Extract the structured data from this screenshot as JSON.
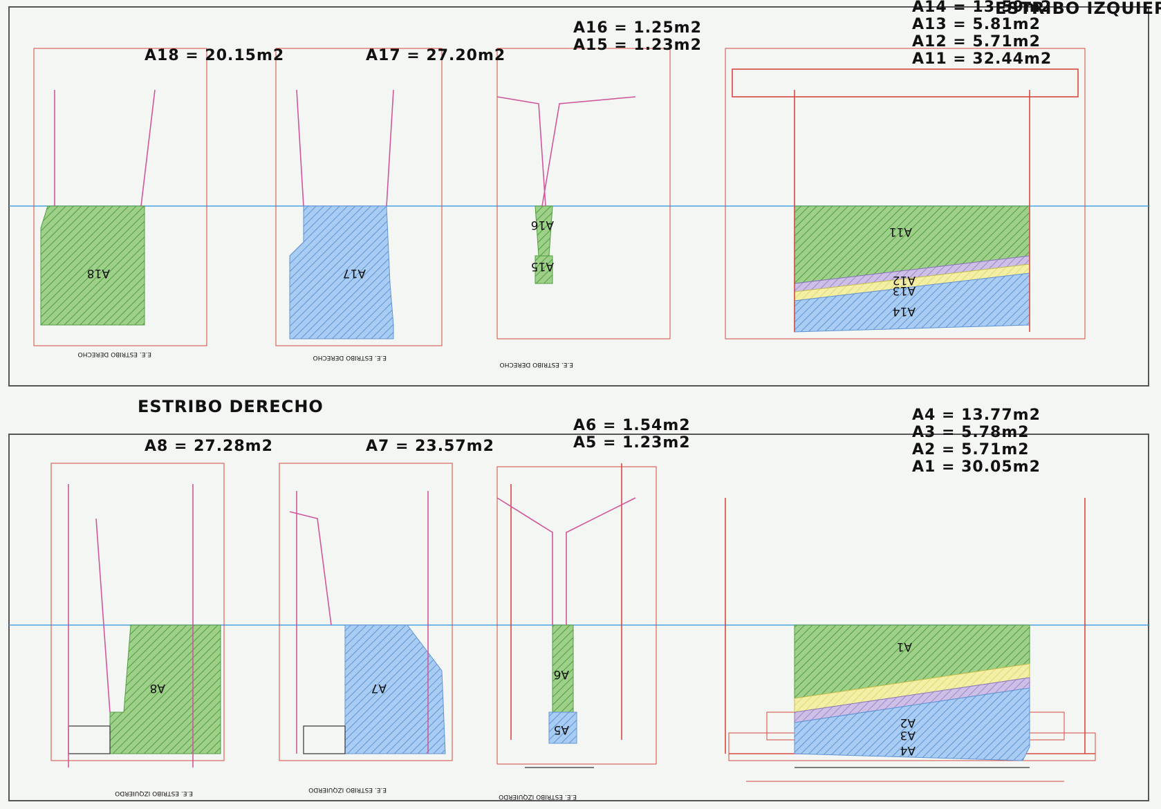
{
  "headings": {
    "right": "ESTRIBO DERECHO",
    "left": "ESTRIBO IZQUIERDO"
  },
  "right_abutment": {
    "sections": [
      {
        "areas": [
          "A18 = 20.15m2"
        ],
        "hatch": [
          "A18"
        ],
        "footer": "E.E. ESTRIBO DERECHO"
      },
      {
        "areas": [
          "A17 = 27.20m2"
        ],
        "hatch": [
          "A17"
        ],
        "footer": "E.E. ESTRIBO DERECHO"
      },
      {
        "areas": [
          "A15 = 1.23m2",
          "A16 = 1.25m2"
        ],
        "hatch": [
          "A16",
          "A15"
        ],
        "footer": "E.E. ESTRIBO DERECHO"
      },
      {
        "areas": [
          "A11 = 32.44m2",
          "A12 = 5.71m2",
          "A13 = 5.81m2",
          "A14 = 13.59m2"
        ],
        "hatch": [
          "A11",
          "A12",
          "A13",
          "A14"
        ],
        "footer": ""
      }
    ]
  },
  "left_abutment": {
    "sections": [
      {
        "areas": [
          "A8 = 27.28m2"
        ],
        "hatch": [
          "A8"
        ],
        "footer": "E.E. ESTRIBO IZQUIERDO"
      },
      {
        "areas": [
          "A7 = 23.57m2"
        ],
        "hatch": [
          "A7"
        ],
        "footer": "E.E. ESTRIBO IZQUIERDO"
      },
      {
        "areas": [
          "A5 = 1.23m2",
          "A6 = 1.54m2"
        ],
        "hatch": [
          "A6",
          "A5"
        ],
        "footer": "E.E. ESTRIBO IZQUIERDO"
      },
      {
        "areas": [
          "A1 = 30.05m2",
          "A2 = 5.71m2",
          "A3 = 5.78m2",
          "A4 = 13.77m2"
        ],
        "hatch": [
          "A1",
          "A2",
          "A3",
          "A4"
        ],
        "footer": ""
      }
    ]
  },
  "colors": {
    "outline_red": "#d6483f",
    "wall_pink": "#d0569b",
    "hatch_green": "#7dbb63",
    "hatch_blue": "#7fb1e6",
    "hatch_yellow": "#f1ec9a",
    "hatch_lavender": "#b8a6d8",
    "waterline_blue": "#4aa3e6",
    "paper": "#f4f6f3"
  }
}
